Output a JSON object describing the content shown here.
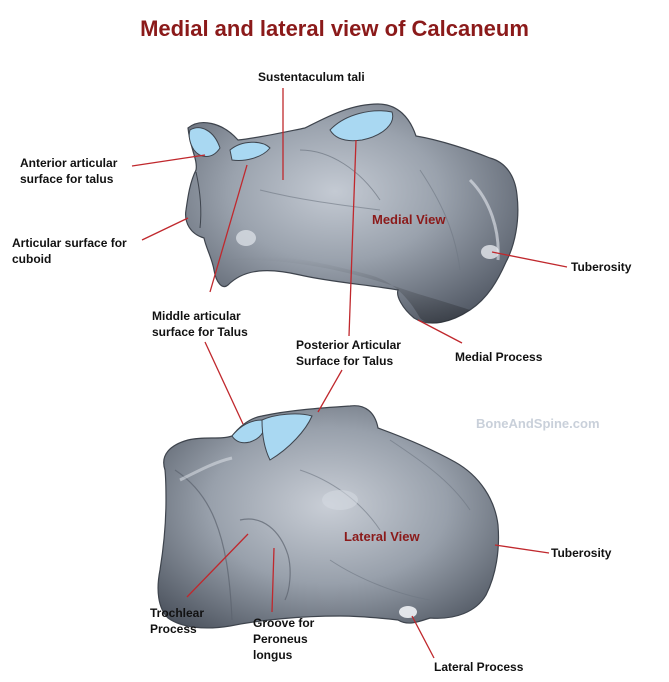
{
  "title": "Medial and lateral view of Calcaneum",
  "watermark": "BoneAndSpine.com",
  "medial": {
    "view_label": "Medial  View",
    "labels": {
      "sustentaculum_tali": "Sustentaculum tali",
      "anterior_articular_1": "Anterior articular",
      "anterior_articular_2": "surface for talus",
      "cuboid_1": "Articular surface for",
      "cuboid_2": "cuboid",
      "tuberosity": "Tuberosity",
      "medial_process": "Medial Process"
    }
  },
  "shared_labels": {
    "middle_1": "Middle articular",
    "middle_2": "surface for Talus",
    "posterior_1": "Posterior Articular",
    "posterior_2": "Surface for Talus"
  },
  "lateral": {
    "view_label": "Lateral View",
    "labels": {
      "tuberosity": "Tuberosity",
      "trochlear_1": "Trochlear",
      "trochlear_2": "Process",
      "groove_1": "Groove for",
      "groove_2": "Peroneus",
      "groove_3": "longus",
      "lateral_process": "Lateral Process"
    }
  },
  "colors": {
    "title": "#8b1a1a",
    "leader_line": "#c0282d",
    "bone_dark": "#5c6470",
    "bone_light": "#c4cad3",
    "articular_facet": "#a9d8f2"
  }
}
